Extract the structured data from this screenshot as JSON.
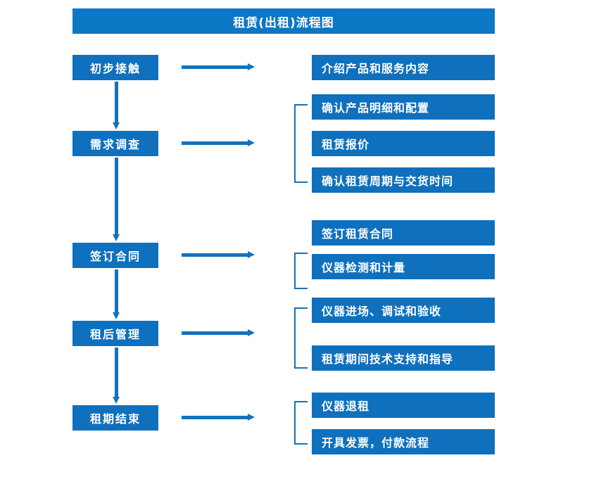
{
  "title": "租赁(出租)流程图",
  "colors": {
    "header_blue": "#0C77C4",
    "box_blue": "#0F70BD",
    "arrow_blue": "#1272BD",
    "bracket_blue": "#1A6FB5",
    "text_white": "#FFFFFF",
    "background": "#FFFFFF"
  },
  "stages": [
    {
      "id": "stage-1",
      "label": "初步接触"
    },
    {
      "id": "stage-2",
      "label": "需求调查"
    },
    {
      "id": "stage-3",
      "label": "签订合同"
    },
    {
      "id": "stage-4",
      "label": "租后管理"
    },
    {
      "id": "stage-5",
      "label": "租期结束"
    }
  ],
  "tasks": [
    {
      "id": "task-1-1",
      "label": "介绍产品和服务内容"
    },
    {
      "id": "task-2-1",
      "label": "确认产品明细和配置"
    },
    {
      "id": "task-2-2",
      "label": "租赁报价"
    },
    {
      "id": "task-2-3",
      "label": "确认租赁周期与交货时间"
    },
    {
      "id": "task-3-1",
      "label": "签订租赁合同"
    },
    {
      "id": "task-3-2",
      "label": "仪器检测和计量"
    },
    {
      "id": "task-4-1",
      "label": "仪器进场、调试和验收"
    },
    {
      "id": "task-4-2",
      "label": "租赁期间技术支持和指导"
    },
    {
      "id": "task-5-1",
      "label": "仪器退租"
    },
    {
      "id": "task-5-2",
      "label": "开具发票，付款流程"
    }
  ],
  "connectors": {
    "vertical_arrows": 4,
    "horizontal_arrows": 5,
    "brackets": 4
  }
}
